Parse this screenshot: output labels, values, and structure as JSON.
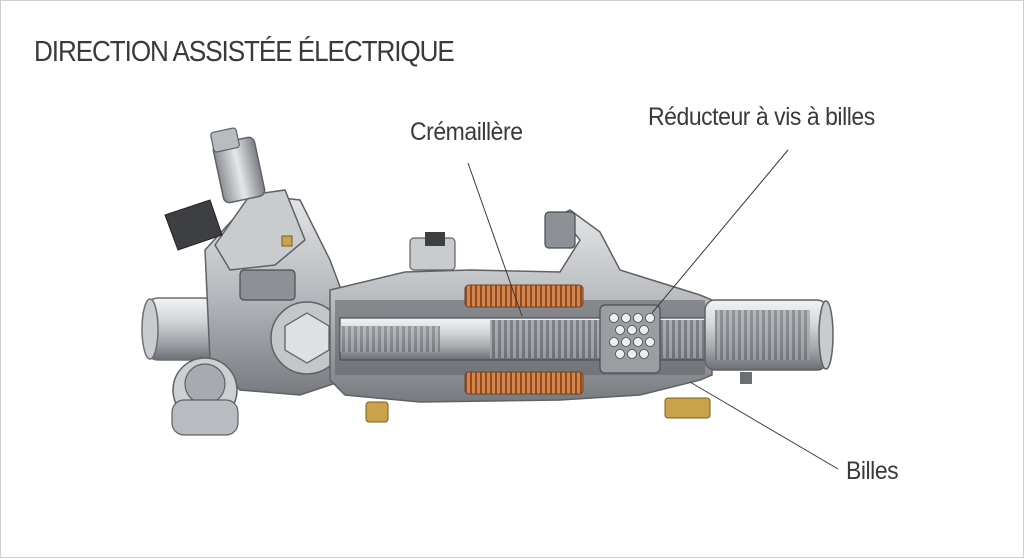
{
  "title": "DIRECTION ASSISTÉE ÉLECTRIQUE",
  "labels": {
    "cremaillere": "Crémaillère",
    "reducteur": "Réducteur à vis à billes",
    "billes": "Billes"
  },
  "colors": {
    "metal_light": "#d9dadc",
    "metal_mid": "#a9abae",
    "metal_dark": "#5e6166",
    "copper": "#c8743e",
    "brass": "#c9a24a",
    "text": "#3a3a3a"
  }
}
